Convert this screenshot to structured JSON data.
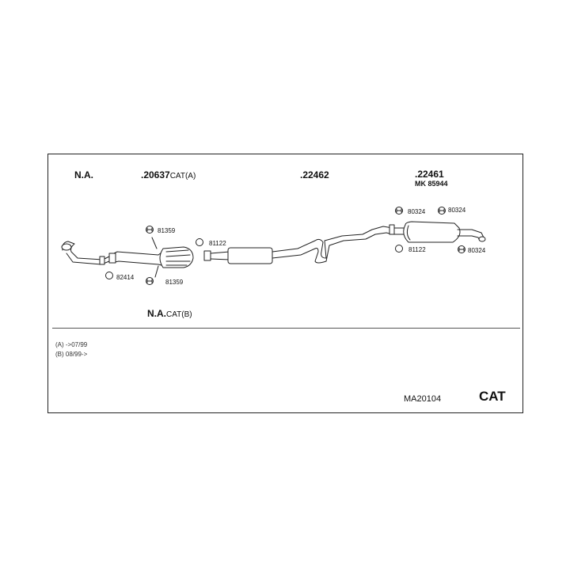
{
  "header": {
    "na": "N.A.",
    "part_20637": ".20637",
    "part_20637_suffix": "CAT(A)",
    "part_22462": ".22462",
    "part_22461": ".22461",
    "mk": "MK  85944"
  },
  "fittings": {
    "f_81359_top": "81359",
    "f_81359_bottom": "81359",
    "f_82414": "82414",
    "f_81122_left": "81122",
    "f_80324_a": "80324",
    "f_80324_b": "80324",
    "f_80324_c": "80324",
    "f_81122_right": "81122"
  },
  "na_cat": {
    "prefix": "N.A.",
    "suffix": "CAT(B)"
  },
  "notes": {
    "a": "(A) ->07/99",
    "b": "(B) 08/99->"
  },
  "footer": {
    "model": "MA20104",
    "cat": "CAT"
  }
}
